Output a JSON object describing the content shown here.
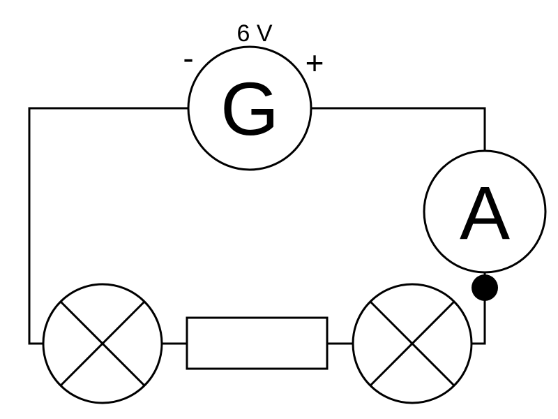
{
  "generator": {
    "symbol": "G",
    "voltage_label": "6 V",
    "negative_label": "-",
    "positive_label": "+"
  },
  "ammeter": {
    "symbol": "A"
  },
  "components": {
    "lamp_left": "lamp-cross-symbol",
    "resistor": "rectangle-resistor-symbol",
    "lamp_right": "lamp-cross-symbol",
    "junction": "filled-dot"
  },
  "colors": {
    "stroke": "#000000",
    "background": "#ffffff"
  }
}
